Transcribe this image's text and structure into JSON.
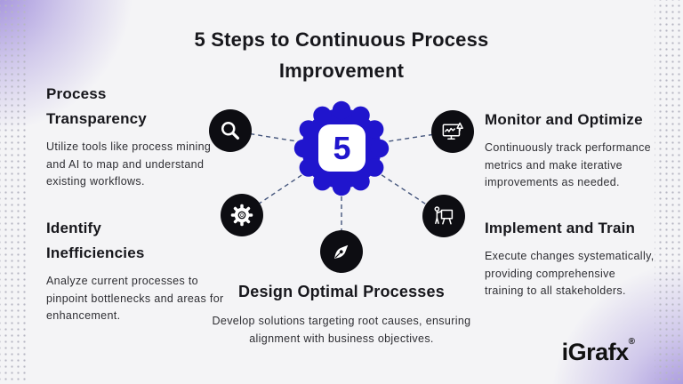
{
  "title": {
    "line1": "5 Steps to Continuous Process",
    "line2": "Improvement"
  },
  "center_badge": {
    "number": "5"
  },
  "steps": [
    {
      "heading": "Process Transparency",
      "body": "Utilize tools like process mining and AI to map and understand existing workflows.",
      "icon": "magnifier-icon"
    },
    {
      "heading": "Identify Inefficiencies",
      "body": "Analyze current processes to pinpoint bottlenecks and areas for enhancement.",
      "icon": "gear-icon"
    },
    {
      "heading": "Design Optimal Processes",
      "body": "Develop solutions targeting root causes, ensuring alignment with business objectives.",
      "icon": "pen-nib-icon"
    },
    {
      "heading": "Monitor and Optimize",
      "body": "Continuously track performance metrics and make iterative improvements as needed.",
      "icon": "monitor-chart-icon"
    },
    {
      "heading": "Implement and Train",
      "body": "Execute changes systematically, providing comprehensive training to all stakeholders.",
      "icon": "presentation-icon"
    }
  ],
  "logo": {
    "text": "iGrafx",
    "registered_mark": "®"
  },
  "colors": {
    "badge_blue": "#2015cd",
    "icon_black": "#0d0d12",
    "connector": "#44557c",
    "accent_purple": "#a395dd",
    "background": "#f4f4f6"
  }
}
